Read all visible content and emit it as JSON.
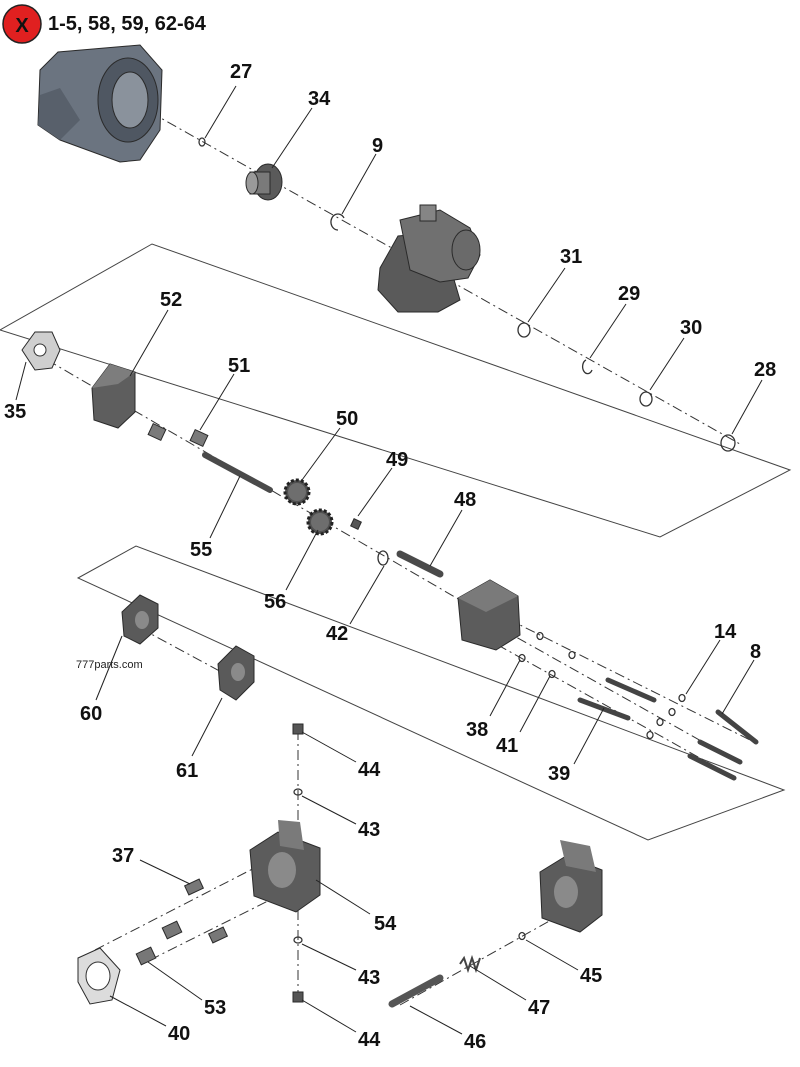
{
  "header": {
    "badge": "X",
    "title": "1-5, 58, 59, 62-64",
    "badge_color": "#e02020"
  },
  "watermark": "777parts.com",
  "callouts": {
    "c27": "27",
    "c34": "34",
    "c9": "9",
    "c31": "31",
    "c29": "29",
    "c30": "30",
    "c28": "28",
    "c52": "52",
    "c35": "35",
    "c51": "51",
    "c50": "50",
    "c49": "49",
    "c48": "48",
    "c55": "55",
    "c56": "56",
    "c42": "42",
    "c14": "14",
    "c8": "8",
    "c60": "60",
    "c61": "61",
    "c38": "38",
    "c41": "41",
    "c39": "39",
    "c44a": "44",
    "c43a": "43",
    "c37": "37",
    "c54": "54",
    "c45": "45",
    "c43b": "43",
    "c47": "47",
    "c53": "53",
    "c40": "40",
    "c44b": "44",
    "c46": "46"
  },
  "colors": {
    "part_dark": "#4a4a4a",
    "part_mid": "#6e6e6e",
    "part_light": "#9a9a9a",
    "housing": "#6b7480"
  }
}
